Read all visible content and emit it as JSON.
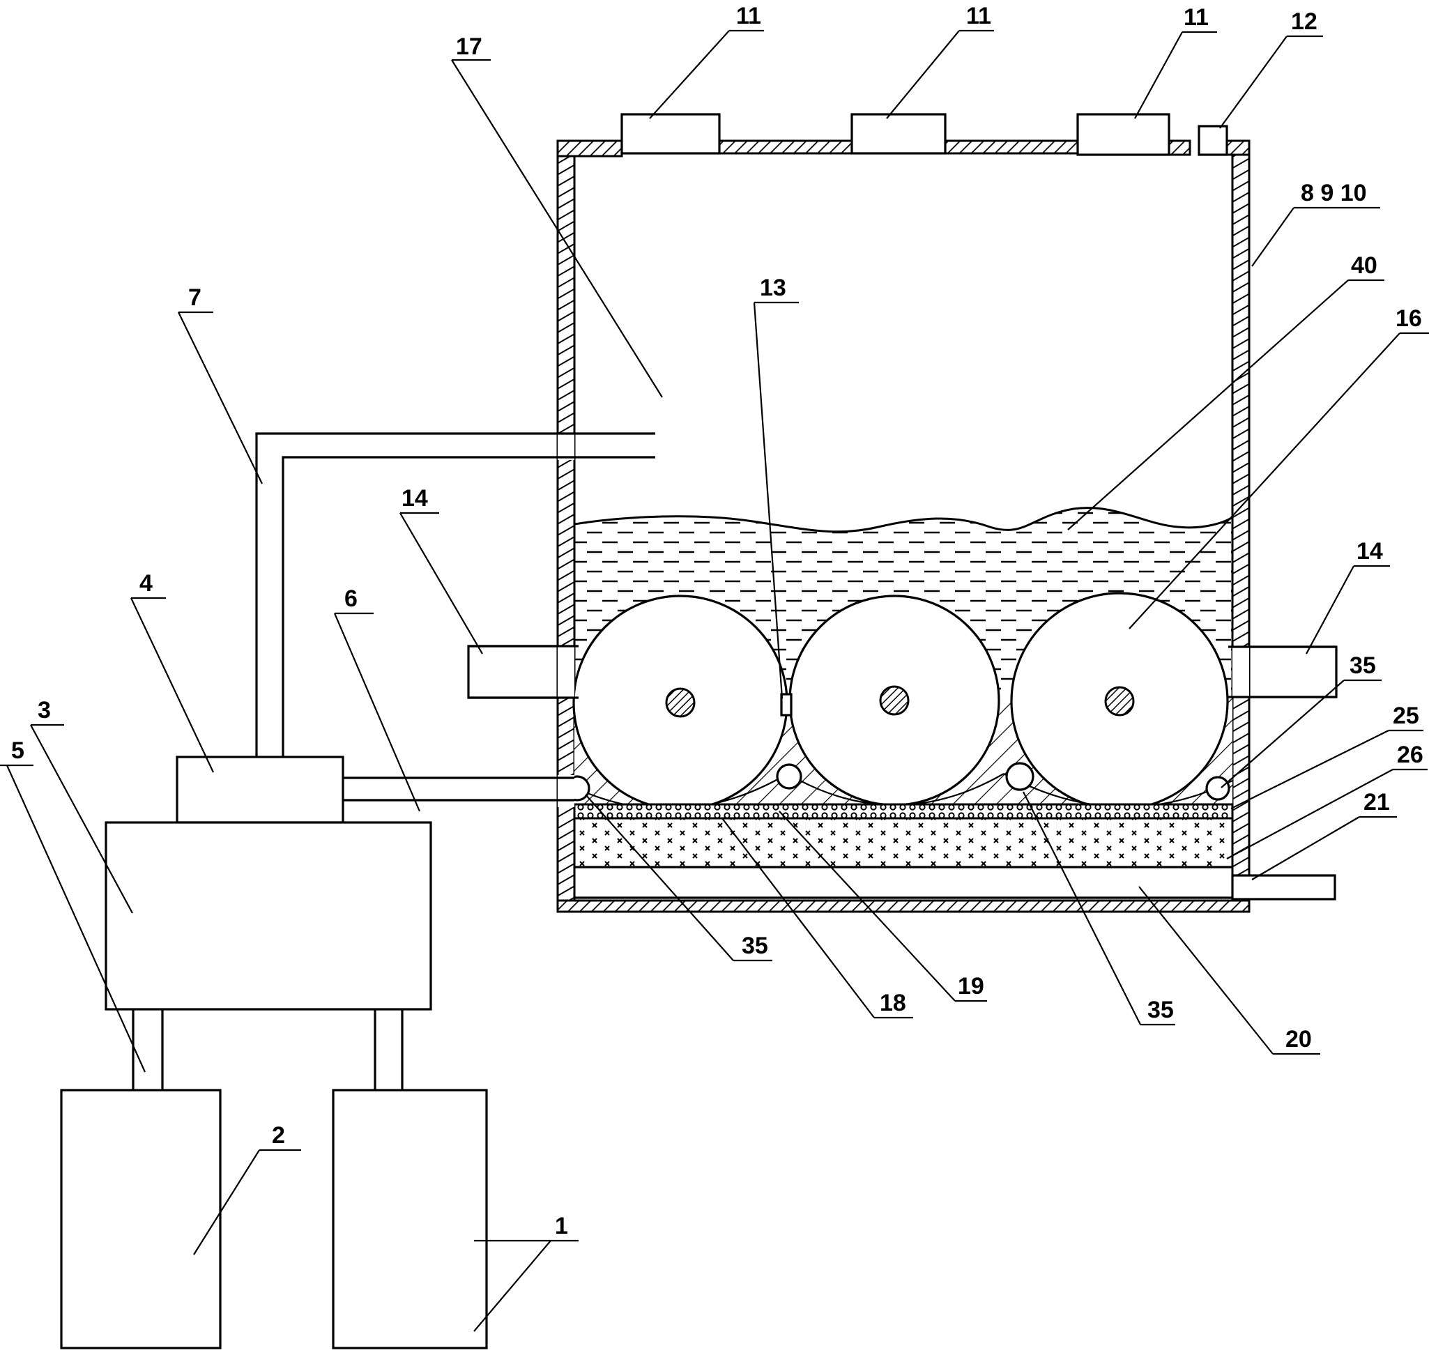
{
  "labels": {
    "l1": "1",
    "l2": "2",
    "l3": "3",
    "l4": "4",
    "l5": "5",
    "l6": "6",
    "l7": "7",
    "l8_9_10": "8 9 10",
    "l11a": "11",
    "l11b": "11",
    "l11c": "11",
    "l12": "12",
    "l13": "13",
    "l14a": "14",
    "l14b": "14",
    "l16": "16",
    "l17": "17",
    "l18": "18",
    "l19": "19",
    "l20": "20",
    "l21": "21",
    "l25": "25",
    "l26": "26",
    "l35a": "35",
    "l35b": "35",
    "l35c": "35",
    "l40": "40"
  }
}
